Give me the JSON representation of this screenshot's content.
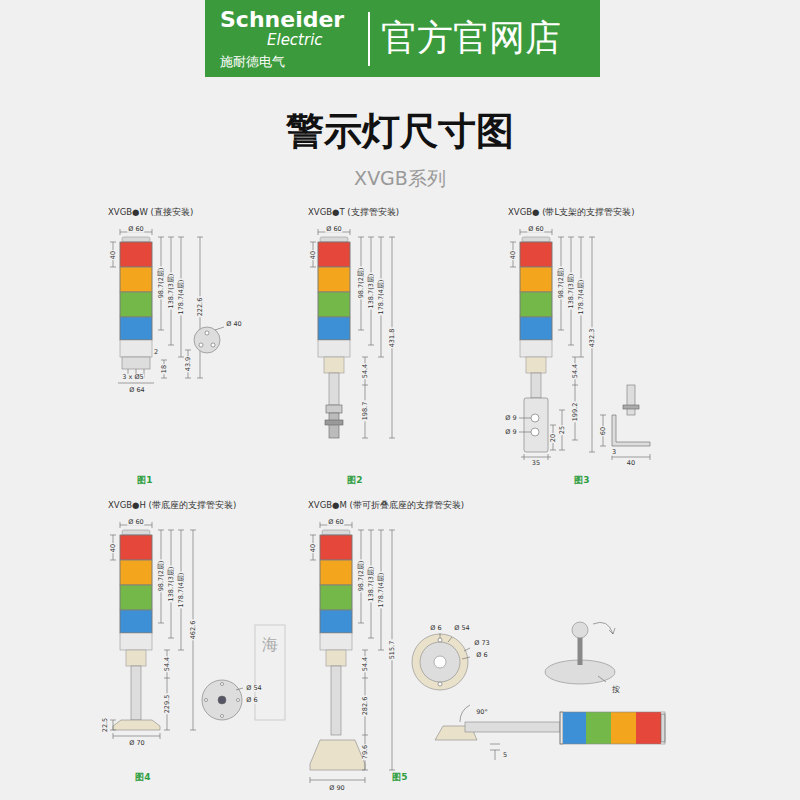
{
  "diagram": {
    "title": "警示灯尺寸图",
    "nodes": [
      {
        "text": [
          "Schneider",
          "Electric",
          "施耐德电气",
          "官方官网店"
        ]
      }
    ],
    "labels": [
      "XVGB系列",
      "XVGB●W (直接安装)",
      "Ø 60",
      "40",
      "98.7(2层)",
      "138.7(3层)",
      "178.7(4层)",
      "222.6",
      "2",
      "43.9",
      "18",
      "3 x Ø5",
      "Ø 64",
      "Ø 40",
      "图1",
      "XVGB●T (支撑管安装)",
      "Ø 60",
      "40",
      "98.7(2层)",
      "138.7(3层)",
      "178.7(4层)",
      "431.8",
      "54.4",
      "198.7",
      "图2",
      "XVGB● (带L支架的支撑管安装)",
      "Ø 60",
      "40",
      "98.7(2层)",
      "138.7(3层)",
      "178.7(4层)",
      "432.3",
      "54.4",
      "199.2",
      "Ø 9",
      "Ø 9",
      "20",
      "25",
      "35",
      "60",
      "3",
      "40",
      "图3",
      "XVGB●H (带底座的支撑管安装)",
      "Ø 60",
      "40",
      "98.7(2层)",
      "138.7(3层)",
      "178.7(4层)",
      "462.6",
      "54.4",
      "229.5",
      "22.5",
      "Ø 70",
      "Ø 54",
      "Ø 6",
      "图4",
      "XVGB●M (带可折叠底座的支撑管安装)",
      "Ø 60",
      "40",
      "98.7(2层)",
      "138.7(3层)",
      "178.7(4层)",
      "515.7",
      "54.4",
      "282.6",
      "79.6",
      "Ø 90",
      "Ø 6",
      "Ø 54",
      "Ø 73",
      "Ø 6",
      "90°",
      "5",
      "按",
      "图5",
      "海"
    ]
  }
}
